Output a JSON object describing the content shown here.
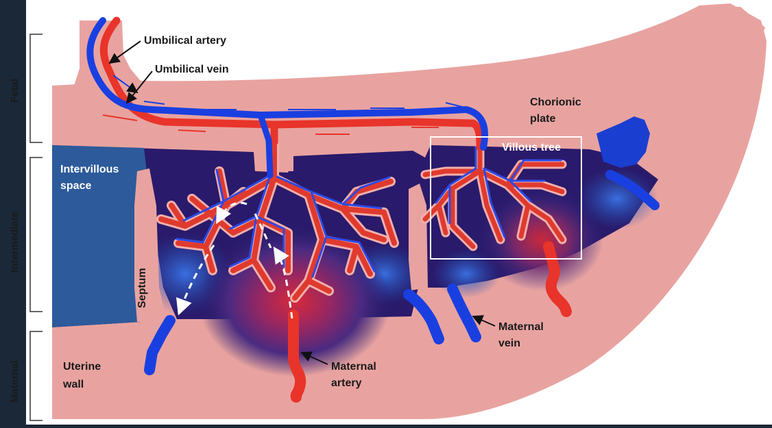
{
  "labels": {
    "umbilical_artery": "Umbilical artery",
    "umbilical_vein": "Umbilical vein",
    "chorionic_plate_1": "Chorionic",
    "chorionic_plate_2": "plate",
    "villous_tree": "Villous tree",
    "intervillous_space_1": "Intervillous",
    "intervillous_space_2": "space",
    "septum": "Septum",
    "uterine_wall_1": "Uterine",
    "uterine_wall_2": "wall",
    "maternal_artery_1": "Maternal",
    "maternal_artery_2": "artery",
    "maternal_vein_1": "Maternal",
    "maternal_vein_2": "vein"
  },
  "sections": {
    "fetal": "Fetal",
    "intermediate": "Intermediate",
    "maternal": "Maternal"
  },
  "colors": {
    "tissue": "#e8a3a0",
    "space_dark": "#2a1a6b",
    "space_blue": "#2f5ea8",
    "artery_red": "#e8342a",
    "vein_blue": "#1a3fe0"
  }
}
